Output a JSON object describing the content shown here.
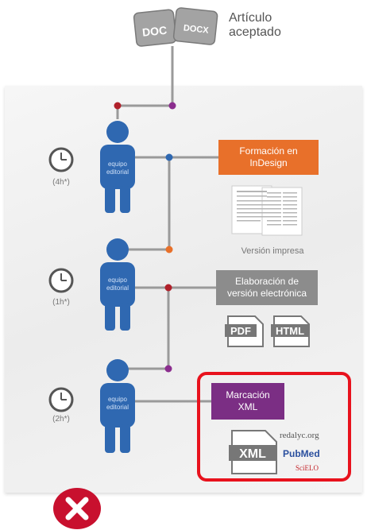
{
  "header": {
    "doc_label": "DOC",
    "docx_label": "DOCX",
    "title_line1": "Artículo",
    "title_line2": "aceptado"
  },
  "steps": [
    {
      "person_line1": "equipo",
      "person_line2": "editorial",
      "hours": "(4h*)",
      "box_line1": "Formación en",
      "box_line2": "InDesign",
      "output_caption": "Versión impresa"
    },
    {
      "person_line1": "equipo",
      "person_line2": "editorial",
      "hours": "(1h*)",
      "box_line1": "Elaboración de",
      "box_line2": "versión electrónica",
      "pdf_label": "PDF",
      "html_label": "HTML"
    },
    {
      "person_line1": "equipo",
      "person_line2": "editorial",
      "hours": "(2h*)",
      "box_line1": "Marcación",
      "box_line2": "XML",
      "xml_label": "XML",
      "logo_redalyc": "redalyc.org",
      "logo_pubmed": "PubMed",
      "logo_scielo": "SciELO"
    }
  ],
  "colors": {
    "person": "#2f68b1",
    "step1_box": "#e8702a",
    "step2_box": "#8c8c8c",
    "step3_box": "#7b2e84",
    "highlight": "#e8121d",
    "close_button": "#c8102e"
  }
}
